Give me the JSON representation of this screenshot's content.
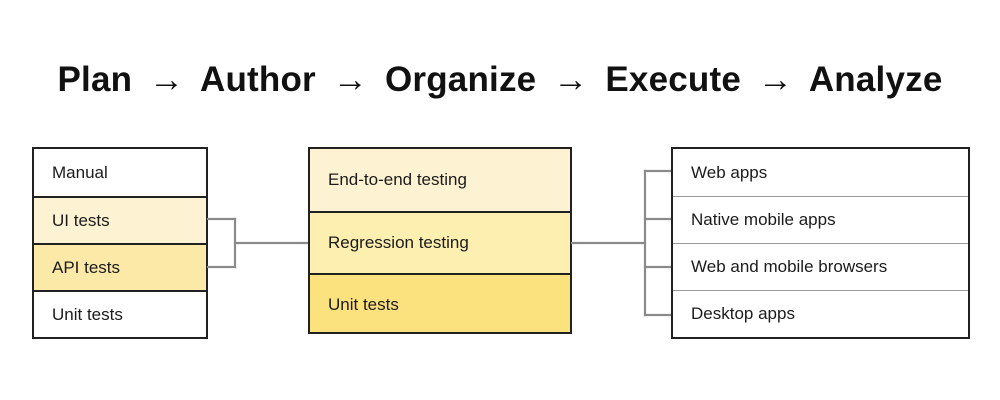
{
  "title": {
    "phases": [
      "Plan",
      "Author",
      "Organize",
      "Execute",
      "Analyze"
    ],
    "arrow": "→",
    "full_text": "Plan → Author → Organize → Execute → Analyze"
  },
  "columns": {
    "left": {
      "name": "test-approach-column",
      "rows": [
        {
          "label": "Manual",
          "fill": "#ffffff"
        },
        {
          "label": "UI tests",
          "fill": "#fdf3d2"
        },
        {
          "label": "API tests",
          "fill": "#fce9a8"
        },
        {
          "label": "Unit tests",
          "fill": "#ffffff"
        }
      ]
    },
    "middle": {
      "name": "test-type-column",
      "rows": [
        {
          "label": "End-to-end testing",
          "fill": "#fdf3d2"
        },
        {
          "label": "Regression testing",
          "fill": "#fcefb0"
        },
        {
          "label": "Unit tests",
          "fill": "#fce27e"
        }
      ]
    },
    "right": {
      "name": "application-target-column",
      "rows": [
        {
          "label": "Web apps",
          "fill": "#ffffff"
        },
        {
          "label": "Native mobile apps",
          "fill": "#ffffff"
        },
        {
          "label": "Web and mobile browsers",
          "fill": "#ffffff"
        },
        {
          "label": "Desktop apps",
          "fill": "#ffffff"
        }
      ]
    }
  },
  "connectors": {
    "left_bracket": {
      "name": "left-bracket-connector",
      "sources": [
        "UI tests",
        "API tests"
      ],
      "target": "Regression testing"
    },
    "right_bracket": {
      "name": "right-bracket-connector",
      "source": "Regression testing",
      "targets": [
        "Web apps",
        "Native mobile apps",
        "Web and mobile browsers",
        "Desktop apps"
      ]
    }
  },
  "colors": {
    "background": "#ffffff",
    "box_border": "#212121",
    "row_divider_light": "#9a9a9a",
    "connector_line": "#8a8a8a",
    "text": "#1b1b1b",
    "title_text": "#111111"
  }
}
